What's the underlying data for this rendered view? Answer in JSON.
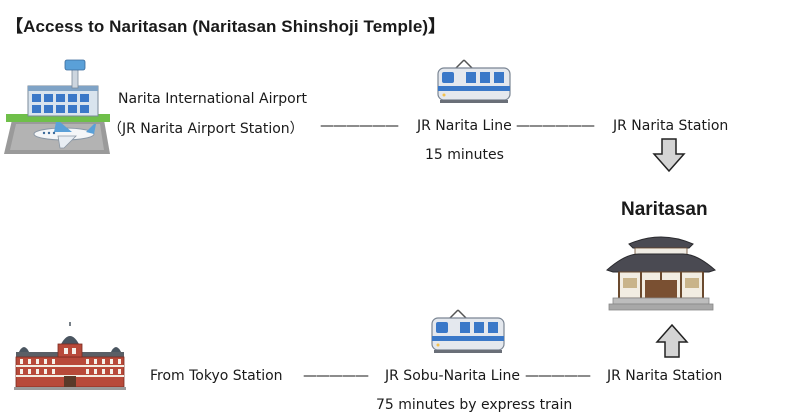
{
  "title": "【Access to Naritasan (Naritasan Shinshoji Temple)】",
  "airport": {
    "name": "Narita International Airport",
    "station": "（JR Narita Airport Station）"
  },
  "route_top": {
    "dashes_left": "——————",
    "line": "JR Narita Line",
    "dashes_right": "——————",
    "to": "JR Narita Station",
    "time": "15 minutes"
  },
  "destination": "Naritasan",
  "route_bottom": {
    "from": "From Tokyo Station",
    "dashes_left": "—————",
    "line": "JR Sobu-Narita Line",
    "dashes_right": "—————",
    "to": "JR Narita Station",
    "time": "75 minutes by express train"
  },
  "icons": {
    "airport": "airport-illustration",
    "train": "train-illustration",
    "temple": "temple-illustration",
    "station": "tokyo-station-illustration",
    "arrow_down": "arrow-down-icon",
    "arrow_up": "arrow-up-icon"
  },
  "colors": {
    "train_body": "#e4e8ee",
    "train_window": "#3a78c8",
    "arrow_fill": "#d4d4d4",
    "temple_roof": "#4a4a52",
    "station_brick": "#b84a3a"
  }
}
